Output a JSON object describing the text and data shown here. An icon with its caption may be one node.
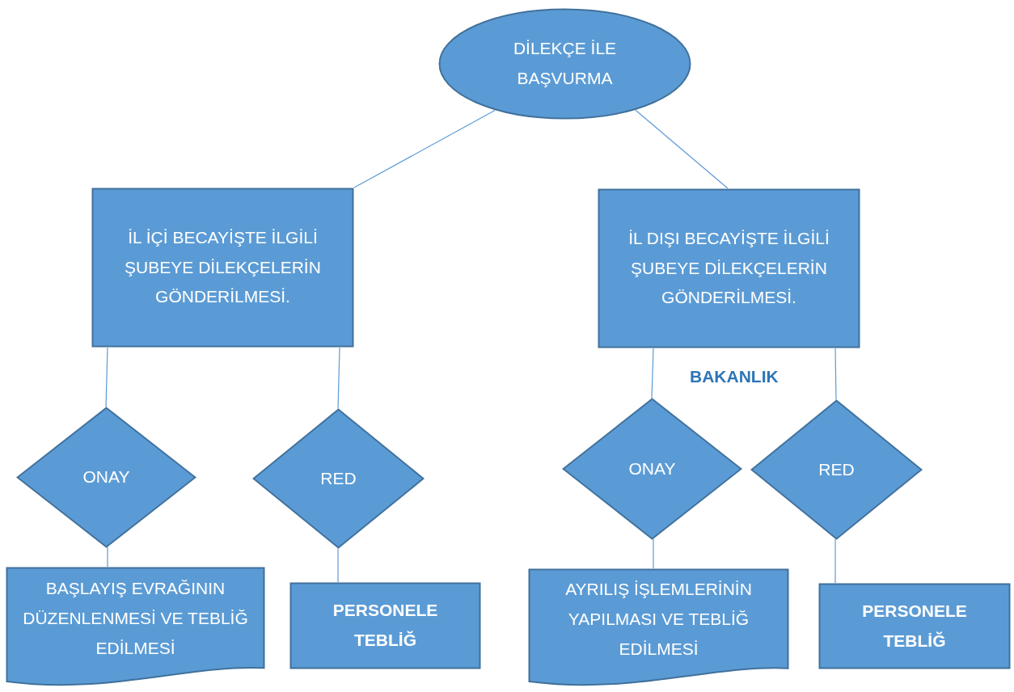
{
  "diagram": {
    "nodes": [
      {
        "text": [
          "DİLEKÇE İLE BAŞVURMA"
        ]
      },
      {
        "text": [
          "İL İÇİ BECAYİŞTE İLGİLİ ŞUBEYE DİLEKÇELERİN GÖNDERİLMESİ."
        ]
      },
      {
        "text": [
          "İL DIŞI BECAYİŞTE İLGİLİ ŞUBEYE DİLEKÇELERİN GÖNDERİLMESİ."
        ]
      },
      {
        "text": [
          "ONAY"
        ]
      },
      {
        "text": [
          "RED"
        ]
      },
      {
        "text": [
          "ONAY"
        ]
      },
      {
        "text": [
          "RED"
        ]
      },
      {
        "text": [
          "BAŞLAYIŞ EVRAĞININ DÜZENLENMESİ VE TEBLİĞ EDİLMESİ"
        ]
      },
      {
        "text": [
          "PERSONELE TEBLİĞ"
        ]
      },
      {
        "text": [
          "AYRILIŞ İŞLEMLERİNİN YAPILMASI VE TEBLİĞ EDİLMESİ"
        ]
      },
      {
        "text": [
          "PERSONELE TEBLİĞ"
        ]
      }
    ],
    "edges": [
      {
        "from": 0,
        "to": 1,
        "arrow": "none"
      },
      {
        "from": 0,
        "to": 2,
        "arrow": "none"
      },
      {
        "from": 1,
        "to": 3,
        "arrow": "none"
      },
      {
        "from": 1,
        "to": 4,
        "arrow": "none"
      },
      {
        "from": 2,
        "to": 5,
        "arrow": "none"
      },
      {
        "from": 2,
        "to": 6,
        "arrow": "none"
      },
      {
        "from": 3,
        "to": 7,
        "arrow": "none"
      },
      {
        "from": 4,
        "to": 8,
        "arrow": "none"
      },
      {
        "from": 5,
        "to": 9,
        "arrow": "none"
      },
      {
        "from": 6,
        "to": 10,
        "arrow": "none"
      }
    ],
    "labels": [
      "BAKANLIK"
    ]
  }
}
